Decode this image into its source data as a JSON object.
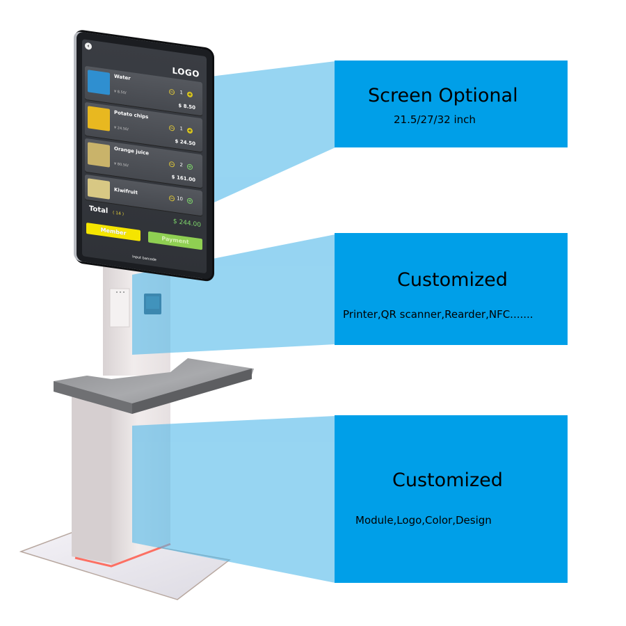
{
  "image": {
    "subject": "Self-service ordering kiosk with callout feature labels",
    "background_color": "#ffffff",
    "accent_color": "#009fe8",
    "beam_color": "#8fd3f3"
  },
  "kiosk": {
    "screen": {
      "logo": "LOGO",
      "back_icon": "chevron-left-icon",
      "items": [
        {
          "name": "Water",
          "unit_price": "¥ 8.50/",
          "quantity": "1",
          "price": "$ 8.50",
          "thumb_color": "#2f8fd0"
        },
        {
          "name": "Potato chips",
          "unit_price": "¥ 24.50/",
          "quantity": "1",
          "price": "$ 24.50",
          "thumb_color": "#e8b820"
        },
        {
          "name": "Orange juice",
          "unit_price": "¥ 80.50/",
          "quantity": "2",
          "price": "$ 161.00",
          "thumb_color": "#c9b36a"
        },
        {
          "name": "Kiwifruit",
          "unit_price": "",
          "quantity": "10",
          "price": "",
          "thumb_color": "#d8c884"
        }
      ],
      "total": {
        "label": "Total",
        "count": "( 14 )",
        "amount": "$ 244.00"
      },
      "buttons": {
        "member": "Member",
        "payment": "Payment"
      },
      "footer": "Input barcode"
    },
    "modules": {
      "printer": "printer-slot",
      "scanner": "qr-scanner"
    },
    "shelf_material": "stainless steel",
    "base_light_color": "#ff5a4a"
  },
  "callouts": [
    {
      "title": "Screen Optional",
      "subtitle": "21.5/27/32 inch"
    },
    {
      "title": "Customized",
      "subtitle": "Printer,QR scanner,Rearder,NFC......."
    },
    {
      "title": "Customized",
      "subtitle": "Module,Logo,Color,Design"
    }
  ]
}
